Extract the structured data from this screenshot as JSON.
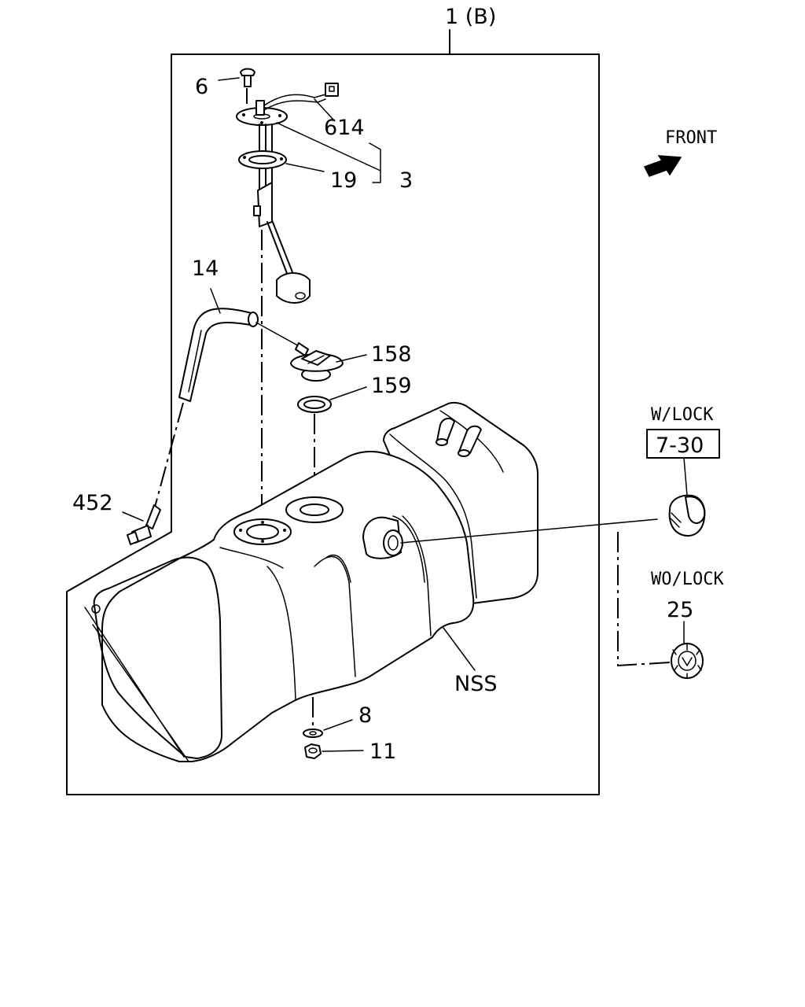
{
  "diagram": {
    "group_label": "1 (B)",
    "front_label": "FRONT",
    "w_lock_label": "W/LOCK",
    "ref_box_label": "7-30",
    "wo_lock_label": "WO/LOCK",
    "callouts": {
      "p6": "6",
      "p614": "614",
      "p19": "19",
      "p3": "3",
      "p14": "14",
      "p158": "158",
      "p159": "159",
      "p452": "452",
      "p25": "25",
      "nss": "NSS",
      "p8": "8",
      "p11": "11"
    }
  }
}
